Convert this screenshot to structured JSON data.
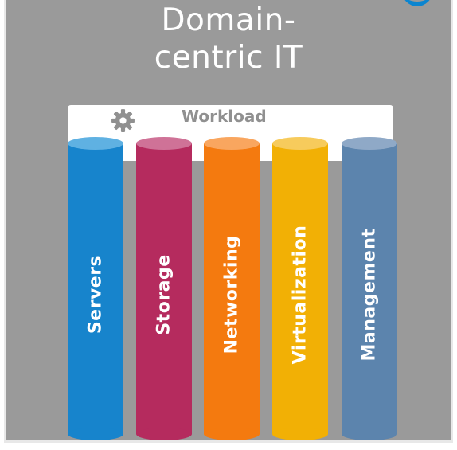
{
  "title": "Domain-\ncentric IT",
  "workload": {
    "label": "Workload",
    "icon": "gear-icon",
    "icon_color": "#909090"
  },
  "pillars": [
    {
      "label": "Servers",
      "color": "#1784cc",
      "top_color": "#5fb1e2"
    },
    {
      "label": "Storage",
      "color": "#b52b5e",
      "top_color": "#cf7297"
    },
    {
      "label": "Networking",
      "color": "#f47a0f",
      "top_color": "#f9a65f"
    },
    {
      "label": "Virtualization",
      "color": "#f2b005",
      "top_color": "#f7cb5c"
    },
    {
      "label": "Management",
      "color": "#5c84ad",
      "top_color": "#8fa9c7"
    }
  ],
  "colors": {
    "background": "#9a9a9a",
    "accent": "#0b85d0"
  }
}
